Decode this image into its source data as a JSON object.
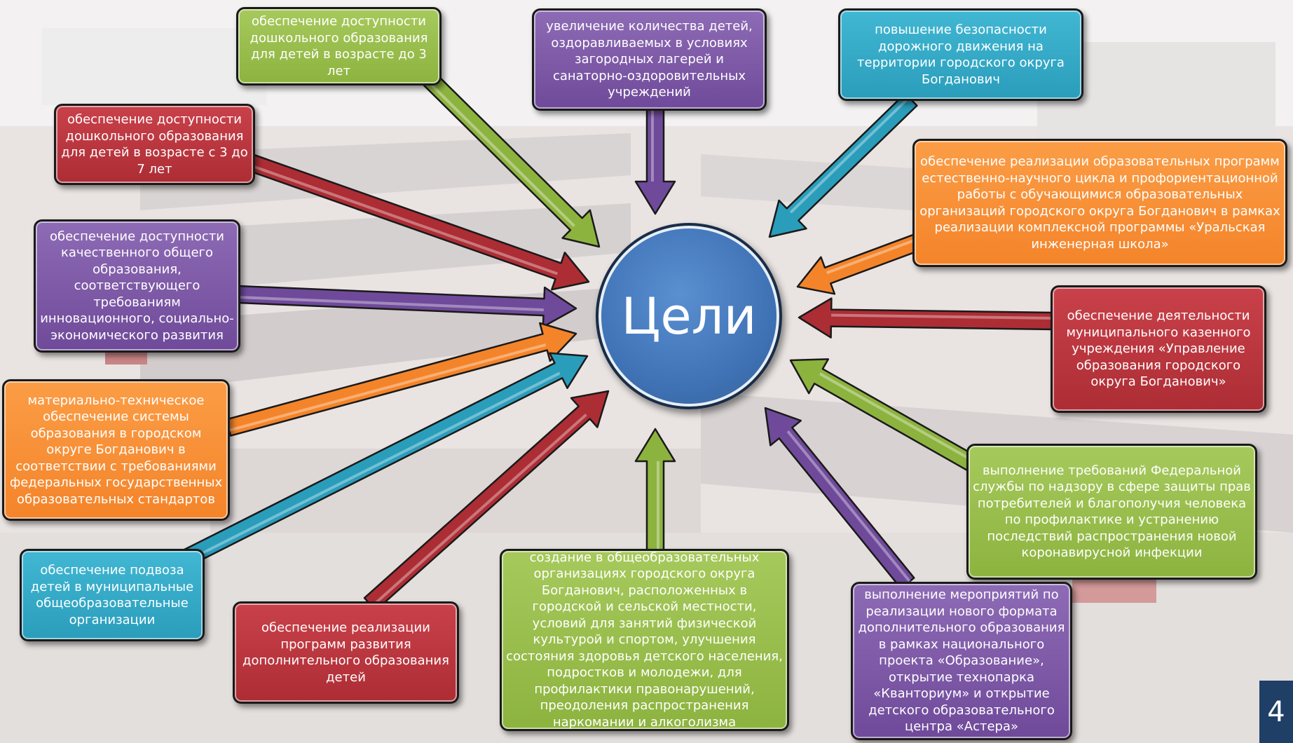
{
  "center_label": "Цели",
  "page_number": "4",
  "goals": [
    {
      "id": "g1",
      "color": "green",
      "text": "обеспечение доступности дошкольного образования для детей в возрасте до 3 лет"
    },
    {
      "id": "g2",
      "color": "purple",
      "text": "увеличение количества детей, оздоравливаемых в условиях загородных лагерей и санаторно-оздоровительных учреждений"
    },
    {
      "id": "g3",
      "color": "cyan",
      "text": "повышение безопасности дорожного движения на территории городского округа Богданович"
    },
    {
      "id": "g4",
      "color": "red",
      "text": "обеспечение доступности дошкольного образования для детей в возрасте с 3 до 7 лет"
    },
    {
      "id": "g5",
      "color": "orange",
      "text": "обеспечение реализации образовательных программ естественно-научного цикла и профориентационной работы с обучающимися образовательных организаций городского округа Богданович в рамках реализации комплексной программы «Уральская инженерная школа»"
    },
    {
      "id": "g6",
      "color": "purple",
      "text": "обеспечение доступности качественного общего образования, соответствующего требованиям инновационного, социально-экономического развития"
    },
    {
      "id": "g7",
      "color": "red",
      "text": "обеспечение деятельности муниципального казенного учреждения «Управление образования городского округа Богданович»"
    },
    {
      "id": "g8",
      "color": "orange",
      "text": "материально-техническое обеспечение системы образования в городском округе Богданович в соответствии с требованиями федеральных государственных образовательных стандартов"
    },
    {
      "id": "g9",
      "color": "green",
      "text": "выполнение требований Федеральной службы по надзору в сфере защиты прав потребителей и благополучия человека по профилактике и устранению последствий распространения новой коронавирусной инфекции"
    },
    {
      "id": "g10",
      "color": "cyan",
      "text": "обеспечение подвоза детей в муниципальные общеобразовательные организации"
    },
    {
      "id": "g11",
      "color": "red",
      "text": "обеспечение реализации программ развития дополнительного образования детей"
    },
    {
      "id": "g12",
      "color": "green",
      "text": "создание в общеобразовательных организациях городского округа Богданович, расположенных в городской и сельской местности, условий для занятий физической культурой и спортом, улучшения состояния здоровья детского населения, подростков и молодежи, для профилактики правонарушений, преодоления распространения наркомании и алкоголизма"
    },
    {
      "id": "g13",
      "color": "purple",
      "text": "выполнение мероприятий по реализации нового формата дополнительного образования в рамках национального проекта «Образование», открытие технопарка «Кванториум» и открытие детского образовательного центра «Астера»"
    }
  ],
  "colors": {
    "green": "#8db33f",
    "purple": "#6f4a9a",
    "cyan": "#2a9dbb",
    "red": "#ad2d35",
    "orange": "#f4842a",
    "center": "#3f73b6"
  }
}
